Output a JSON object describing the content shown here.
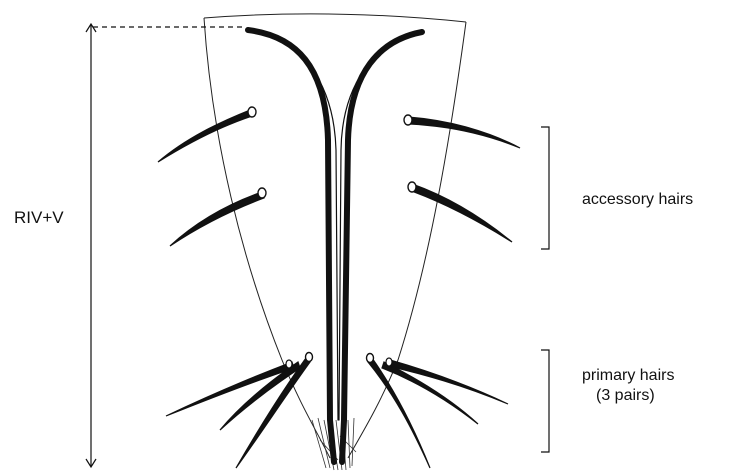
{
  "labels": {
    "segment_length": "RIV+V",
    "accessory_hairs": "accessory hairs",
    "primary_hairs_line1": "primary hairs",
    "primary_hairs_line2": "(3 pairs)"
  },
  "colors": {
    "ink": "#111111",
    "background": "#ffffff"
  }
}
